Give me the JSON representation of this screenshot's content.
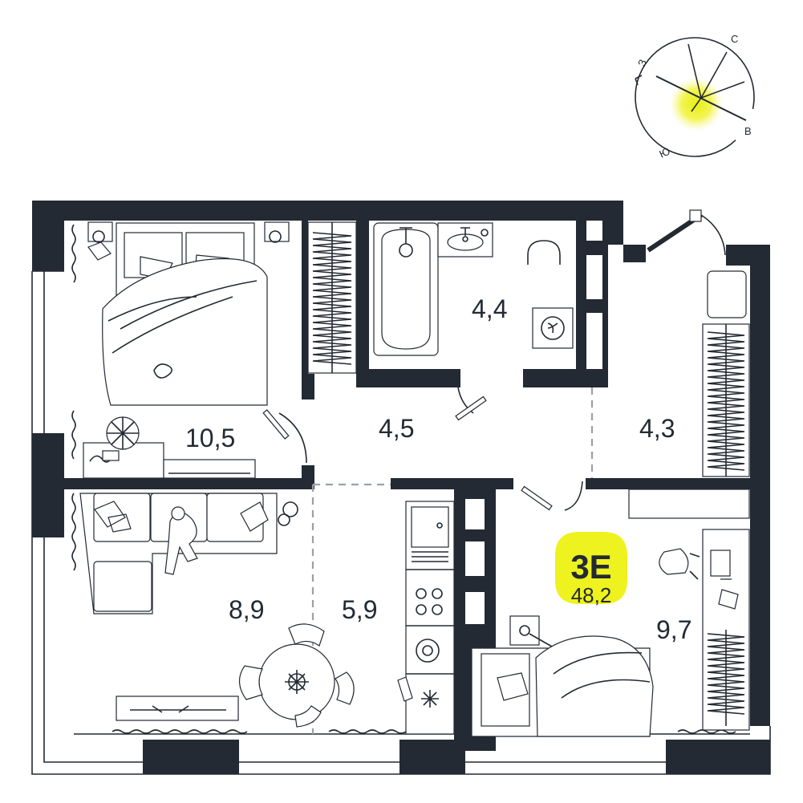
{
  "compass": {
    "north": "С",
    "east": "В",
    "south": "Ю",
    "west": "З"
  },
  "apartment": {
    "code": "3E",
    "total_area": "48,2",
    "accent_color": "#eef21e",
    "wall_color": "#232a33"
  },
  "rooms": {
    "bedroom": "10,5",
    "bathroom": "4,4",
    "hallway": "4,5",
    "entrance": "4,3",
    "living": "8,9",
    "kitchen": "5,9",
    "room2": "9,7"
  }
}
